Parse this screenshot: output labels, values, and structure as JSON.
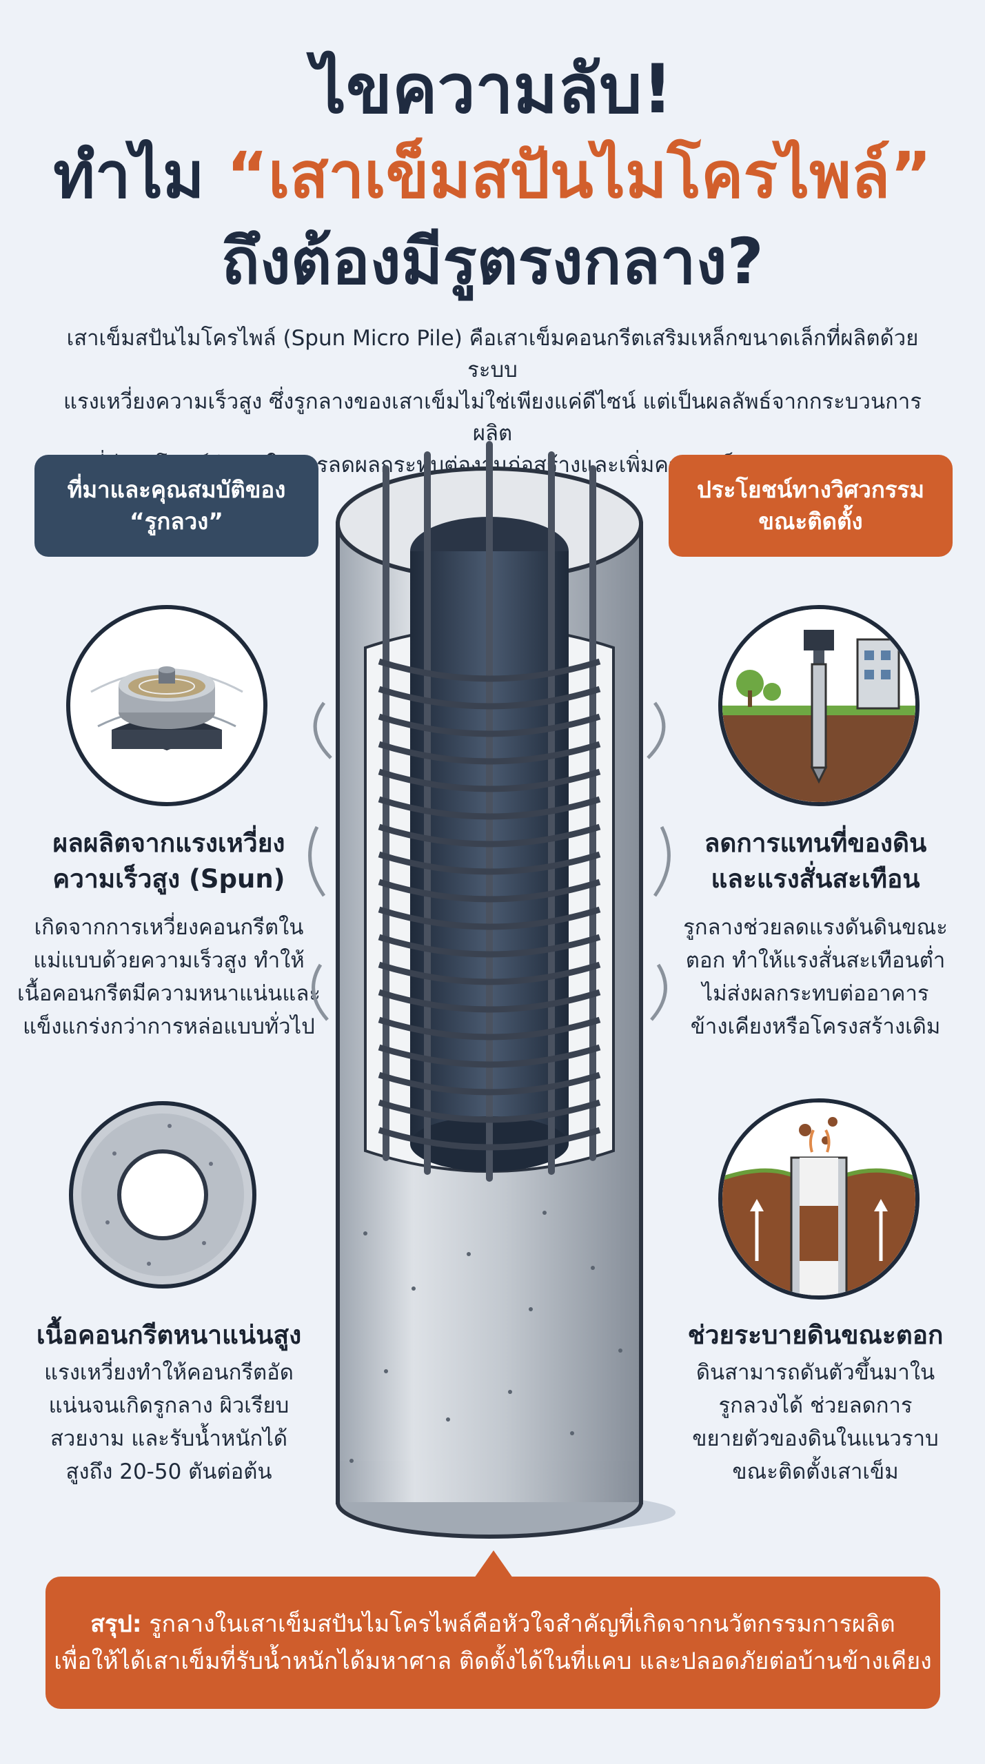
{
  "title": {
    "line1": "ไขความลับ!",
    "line2_prefix": "ทำไม ",
    "line2_highlight": "“เสาเข็มสปันไมโครไพล์”",
    "line3": "ถึงต้องมีรูตรงกลาง?"
  },
  "intro": {
    "line1": "เสาเข็มสปันไมโครไพล์ (Spun Micro Pile) คือเสาเข็มคอนกรีตเสริมเหล็กขนาดเล็กที่ผลิตด้วยระบบ",
    "line2": "แรงเหวี่ยงความเร็วสูง ซึ่งรูกลางของเสาเข็มไม่ใช่เพียงแค่ดีไซน์ แต่เป็นผลลัพธ์จากกระบวนการผลิต",
    "line3": "ที่มีประโยชน์สำคัญในการลดผลกระทบต่องานก่อสร้างและเพิ่มความแข็งแรงของฐานราก"
  },
  "left_panel": {
    "chip_line1": "ที่มาและคุณสมบัติของ",
    "chip_line2": "“รูกลวง”",
    "item1": {
      "head1": "ผลผลิตจากแรงเหวี่ยง",
      "head2": "ความเร็วสูง (Spun)",
      "desc": [
        "เกิดจากการเหวี่ยงคอนกรีตใน",
        "แม่แบบด้วยความเร็วสูง ทำให้",
        "เนื้อคอนกรีตมีความหนาแน่นและ",
        "แข็งแกร่งกว่าการหล่อแบบทั่วไป"
      ]
    },
    "item2": {
      "head": "เนื้อคอนกรีตหนาแน่นสูง",
      "desc": [
        "แรงเหวี่ยงทำให้คอนกรีตอัด",
        "แน่นจนเกิดรูกลาง ผิวเรียบ",
        "สวยงาม และรับน้ำหนักได้",
        "สูงถึง 20-50 ตันต่อต้น"
      ]
    }
  },
  "right_panel": {
    "chip_line1": "ประโยชน์ทางวิศวกรรม",
    "chip_line2": "ขณะติดตั้ง",
    "item1": {
      "head1": "ลดการแทนที่ของดิน",
      "head2": "และแรงสั่นสะเทือน",
      "desc": [
        "รูกลางช่วยลดแรงดันดินขณะ",
        "ตอก ทำให้แรงสั่นสะเทือนต่ำ",
        "ไม่ส่งผลกระทบต่ออาคาร",
        "ข้างเคียงหรือโครงสร้างเดิม"
      ]
    },
    "item2": {
      "head": "ช่วยระบายดินขณะตอก",
      "desc": [
        "ดินสามารถดันตัวขึ้นมาใน",
        "รูกลวงได้ ช่วยลดการ",
        "ขยายตัวของดินในแนวราบ",
        "ขณะติดตั้งเสาเข็ม"
      ]
    }
  },
  "summary": {
    "label": "สรุป:",
    "line1": " รูกลางในเสาเข็มสปันไมโครไพล์คือหัวใจสำคัญที่เกิดจากนวัตกรรมการผลิต",
    "line2": "เพื่อให้ได้เสาเข็มที่รับน้ำหนักได้มหาศาล ติดตั้งได้ในที่แคบ และปลอดภัยต่อบ้านข้างเคียง"
  },
  "icons": {
    "c1": "centrifugal-spinner-icon",
    "c2": "hollow-concrete-section-icon",
    "c3": "pile-driving-ground-icon",
    "c4": "soil-relief-hollow-icon",
    "pile": "spun-micro-pile-illustration"
  },
  "colors": {
    "navy": "#354a62",
    "orange": "#d05f2c",
    "title": "#1f2b40",
    "background": "#eef2f8"
  }
}
